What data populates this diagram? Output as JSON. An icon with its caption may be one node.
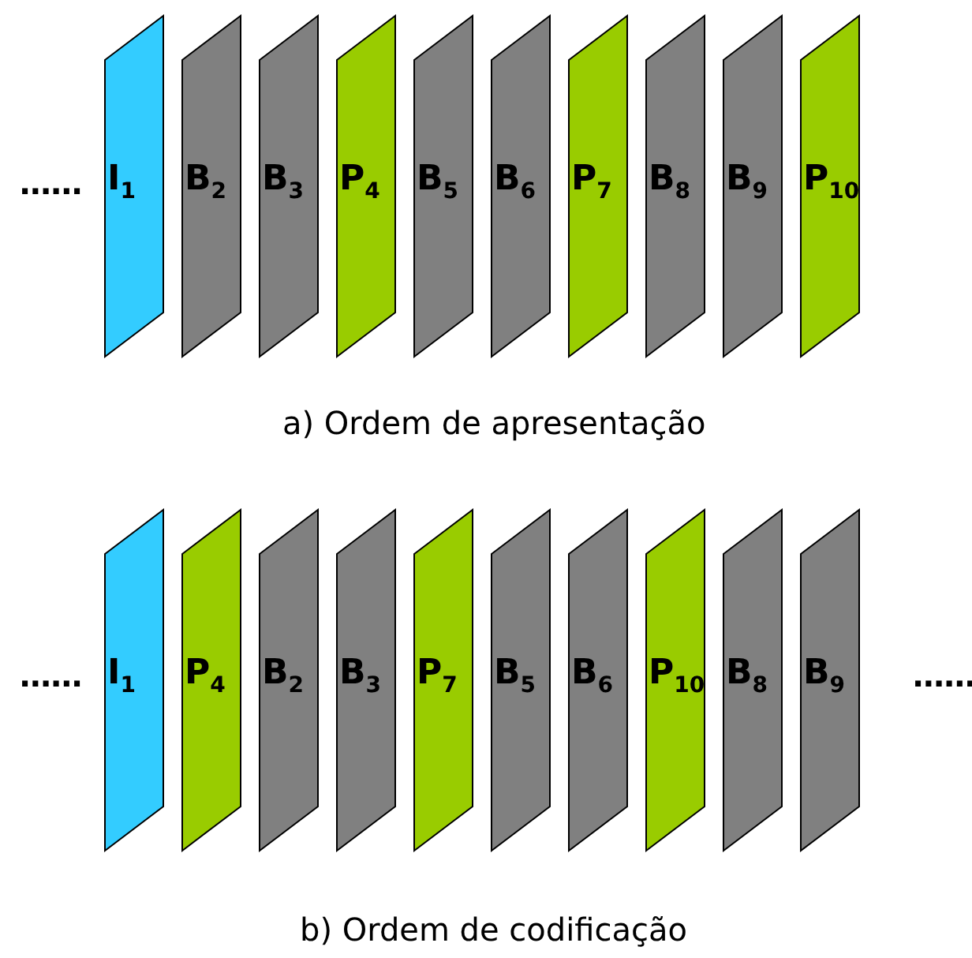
{
  "diagram": {
    "nodes": [
      {
        "text": [
          "I$_{1}$"
        ]
      },
      {
        "text": [
          "B$_{2}$"
        ]
      },
      {
        "text": [
          "B$_{3}$"
        ]
      },
      {
        "text": [
          "P$_{4}$"
        ]
      },
      {
        "text": [
          "B$_{5}$"
        ]
      },
      {
        "text": [
          "B$_{6}$"
        ]
      },
      {
        "text": [
          "P$_{7}$"
        ]
      },
      {
        "text": [
          "B$_{8}$"
        ]
      },
      {
        "text": [
          "B$_{9}$"
        ]
      },
      {
        "text": [
          "P$_{10}$"
        ]
      },
      {
        "text": [
          "I$_{1}$"
        ]
      },
      {
        "text": [
          "P$_{4}$"
        ]
      },
      {
        "text": [
          "B$_{2}$"
        ]
      },
      {
        "text": [
          "B$_{3}$"
        ]
      },
      {
        "text": [
          "P$_{7}$"
        ]
      },
      {
        "text": [
          "B$_{5}$"
        ]
      },
      {
        "text": [
          "B$_{6}$"
        ]
      },
      {
        "text": [
          "P$_{10}$"
        ]
      },
      {
        "text": [
          "B$_{8}$"
        ]
      },
      {
        "text": [
          "B$_{9}$"
        ]
      }
    ],
    "edges": [],
    "labels": [
      "......",
      "a) Ordem de apresentação",
      "......",
      "......",
      "b) Ordem de codificação"
    ]
  }
}
